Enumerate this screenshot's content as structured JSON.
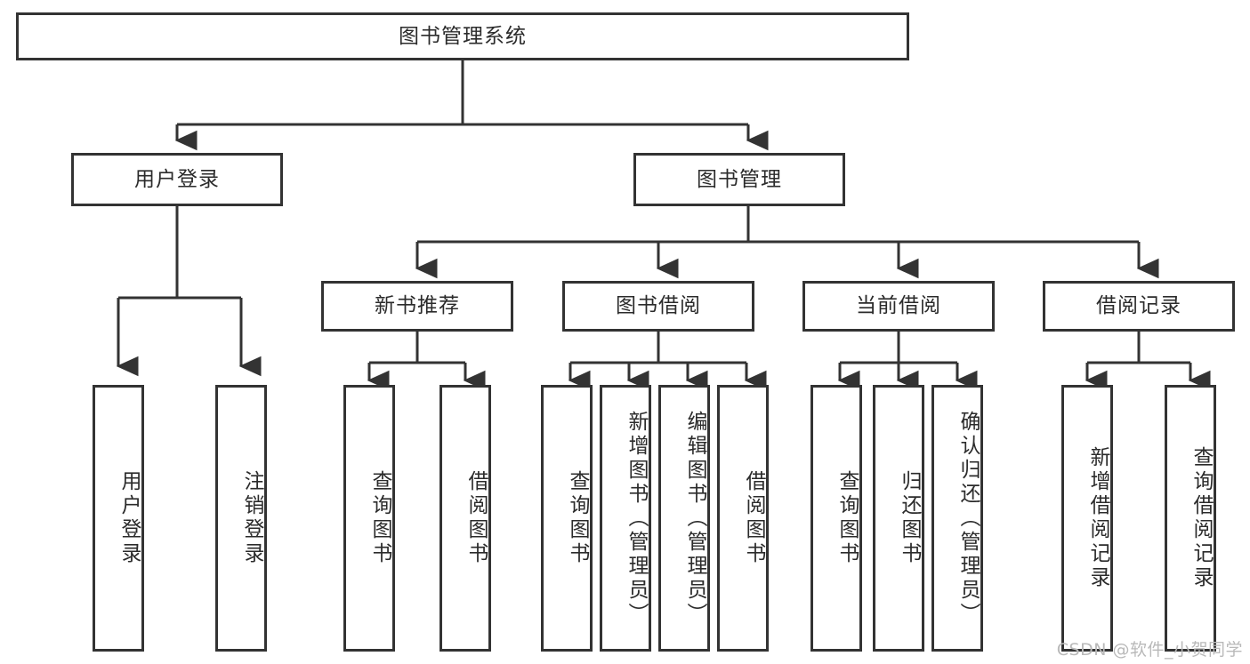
{
  "diagram": {
    "title": "图书管理系统",
    "type": "tree-hierarchy",
    "colors": {
      "background": "#ffffff",
      "node_border": "#333333",
      "node_fill": "#ffffff",
      "text": "#2b2b2b",
      "connector": "#333333",
      "watermark": "#b9b9b9"
    },
    "root": {
      "label": "图书管理系统"
    },
    "level2": [
      {
        "label": "用户登录"
      },
      {
        "label": "图书管理"
      }
    ],
    "level3": [
      {
        "label": "新书推荐"
      },
      {
        "label": "图书借阅"
      },
      {
        "label": "当前借阅"
      },
      {
        "label": "借阅记录"
      }
    ],
    "leaves": {
      "user_login": [
        {
          "label": "用户登录"
        },
        {
          "label": "注销登录"
        }
      ],
      "new_book_recommend": [
        {
          "label": "查询图书"
        },
        {
          "label": "借阅图书"
        }
      ],
      "book_borrow": [
        {
          "label": "查询图书"
        },
        {
          "label": "新增图书（管理员）"
        },
        {
          "label": "编辑图书（管理员）"
        },
        {
          "label": "借阅图书"
        }
      ],
      "current_borrow": [
        {
          "label": "查询图书"
        },
        {
          "label": "归还图书"
        },
        {
          "label": "确认归还（管理员）"
        }
      ],
      "borrow_record": [
        {
          "label": "新增借阅记录"
        },
        {
          "label": "查询借阅记录"
        }
      ]
    }
  },
  "watermark": {
    "text": "CSDN @软件_小贺同学"
  }
}
